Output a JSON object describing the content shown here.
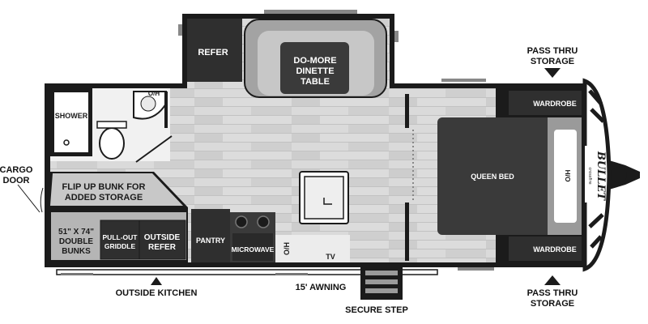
{
  "floorplan": {
    "rooms": {
      "refer": "REFER",
      "dinette_line1": "DO-MORE",
      "dinette_line2": "DINETTE",
      "dinette_line3": "TABLE",
      "shower": "SHOWER",
      "bath_oh": "O/H",
      "flip_bunk_line1": "FLIP UP BUNK FOR",
      "flip_bunk_line2": "ADDED STORAGE",
      "bunks_line1": "51\" X 74\"",
      "bunks_line2": "DOUBLE",
      "bunks_line3": "BUNKS",
      "griddle_line1": "PULL-OUT",
      "griddle_line2": "GRIDDLE",
      "outside_refer_line1": "OUTSIDE",
      "outside_refer_line2": "REFER",
      "pantry": "PANTRY",
      "microwave": "MICROWAVE",
      "kitchen_oh": "O/H",
      "tv": "TV",
      "queen_bed": "QUEEN BED",
      "bed_oh": "H/O",
      "wardrobe_top": "WARDROBE",
      "wardrobe_bottom": "WARDROBE"
    },
    "exterior": {
      "cargo_door_line1": "CARGO",
      "cargo_door_line2": "DOOR",
      "outside_kitchen": "OUTSIDE KITCHEN",
      "awning": "15' AWNING",
      "secure_step": "SECURE STEP",
      "pass_thru_top_line1": "PASS THRU",
      "pass_thru_top_line2": "STORAGE",
      "pass_thru_bottom_line1": "PASS THRU",
      "pass_thru_bottom_line2": "STORAGE"
    },
    "brand": {
      "logo_main": "BULLET",
      "logo_sub": "crossfire"
    },
    "colors": {
      "wall": "#1b1b1b",
      "floor": "#d6d6d6",
      "dark_fixture": "#2f2f2f",
      "mid_fixture": "#9a9a9a",
      "light_fixture": "#c4c4c4",
      "countertop": "#ececec"
    }
  }
}
